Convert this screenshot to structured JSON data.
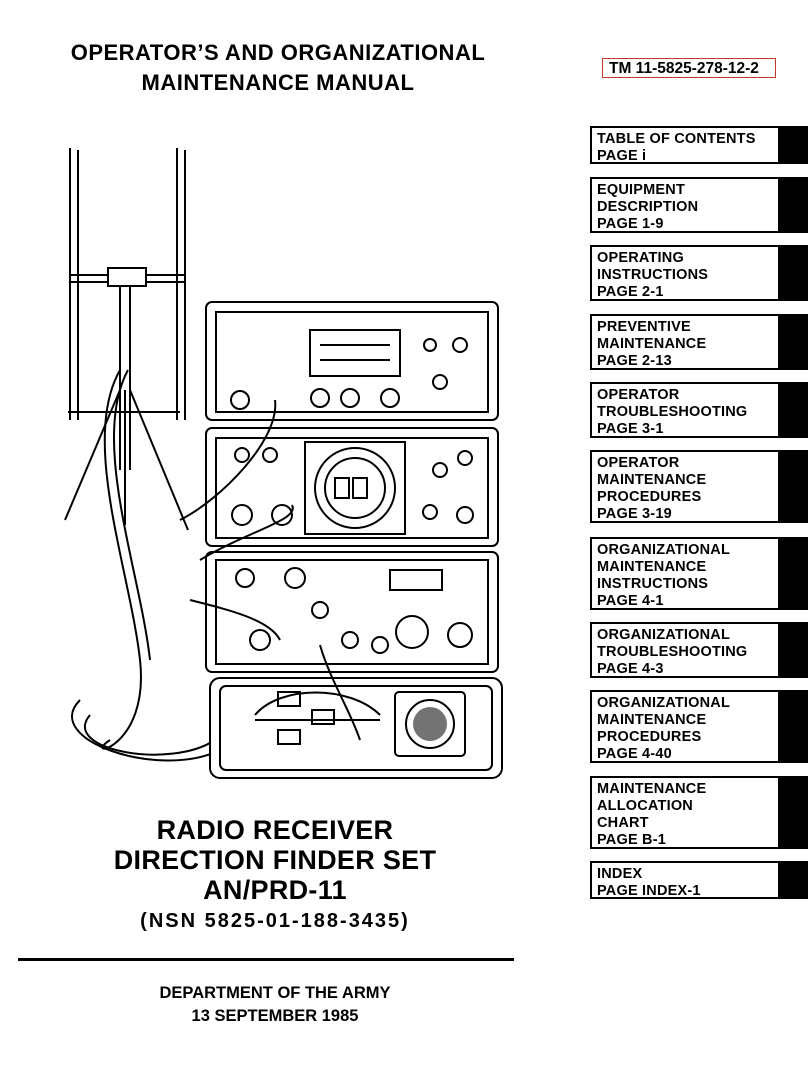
{
  "header": {
    "line1": "OPERATOR’S AND ORGANIZATIONAL",
    "line2": "MAINTENANCE MANUAL"
  },
  "tm_number": "TM 11-5825-278-12-2",
  "tabs": [
    {
      "lines": [
        "TABLE OF CONTENTS",
        "PAGE i"
      ]
    },
    {
      "lines": [
        "EQUIPMENT",
        "DESCRIPTION",
        "PAGE 1-9"
      ]
    },
    {
      "lines": [
        "OPERATING",
        "INSTRUCTIONS",
        "PAGE 2-1"
      ]
    },
    {
      "lines": [
        "PREVENTIVE",
        "MAINTENANCE",
        "PAGE 2-13"
      ]
    },
    {
      "lines": [
        "OPERATOR",
        "TROUBLESHOOTING",
        "PAGE 3-1"
      ]
    },
    {
      "lines": [
        "OPERATOR",
        "MAINTENANCE",
        "PROCEDURES",
        "PAGE 3-19"
      ]
    },
    {
      "lines": [
        "ORGANIZATIONAL",
        "MAINTENANCE",
        "INSTRUCTIONS",
        "PAGE 4-1"
      ]
    },
    {
      "lines": [
        "ORGANIZATIONAL",
        "TROUBLESHOOTING",
        "PAGE 4-3"
      ]
    },
    {
      "lines": [
        "ORGANIZATIONAL",
        "MAINTENANCE",
        "PROCEDURES",
        "PAGE 4-40"
      ]
    },
    {
      "lines": [
        "MAINTENANCE",
        "ALLOCATION",
        "CHART",
        "PAGE B-1"
      ]
    },
    {
      "lines": [
        "INDEX",
        "PAGE INDEX-1"
      ]
    }
  ],
  "title": {
    "line1": "RADIO RECEIVER",
    "line2": "DIRECTION FINDER SET",
    "line3": "AN/PRD-11"
  },
  "nsn": "(NSN 5825-01-188-3435)",
  "department": "DEPARTMENT OF THE ARMY",
  "date": "13 SEPTEMBER 1985"
}
